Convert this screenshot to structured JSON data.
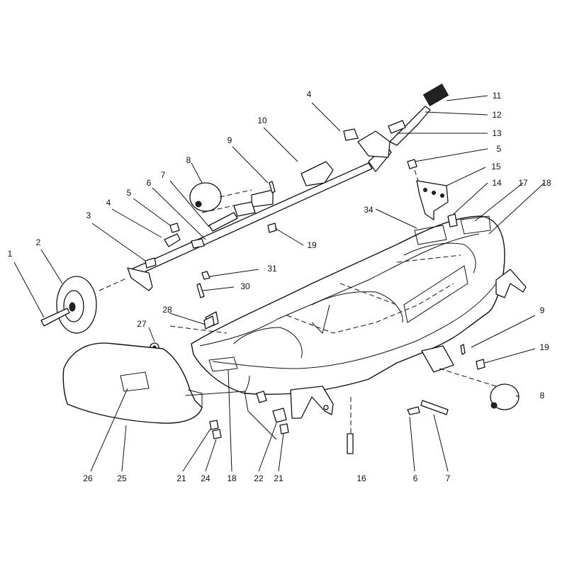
{
  "diagram": {
    "type": "exploded-parts-view",
    "callouts": [
      {
        "id": "c1",
        "label": "1"
      },
      {
        "id": "c2",
        "label": "2"
      },
      {
        "id": "c3",
        "label": "3"
      },
      {
        "id": "c4a",
        "label": "4"
      },
      {
        "id": "c4b",
        "label": "4"
      },
      {
        "id": "c5a",
        "label": "5"
      },
      {
        "id": "c5b",
        "label": "5"
      },
      {
        "id": "c6a",
        "label": "6"
      },
      {
        "id": "c6b",
        "label": "6"
      },
      {
        "id": "c7a",
        "label": "7"
      },
      {
        "id": "c7b",
        "label": "7"
      },
      {
        "id": "c8a",
        "label": "8"
      },
      {
        "id": "c8b",
        "label": "8"
      },
      {
        "id": "c9a",
        "label": "9"
      },
      {
        "id": "c9b",
        "label": "9"
      },
      {
        "id": "c10",
        "label": "10"
      },
      {
        "id": "c11",
        "label": "11"
      },
      {
        "id": "c12",
        "label": "12"
      },
      {
        "id": "c13",
        "label": "13"
      },
      {
        "id": "c14",
        "label": "14"
      },
      {
        "id": "c15",
        "label": "15"
      },
      {
        "id": "c16",
        "label": "16"
      },
      {
        "id": "c17",
        "label": "17"
      },
      {
        "id": "c18a",
        "label": "18"
      },
      {
        "id": "c18b",
        "label": "18"
      },
      {
        "id": "c19a",
        "label": "19"
      },
      {
        "id": "c19b",
        "label": "19"
      },
      {
        "id": "c21a",
        "label": "21"
      },
      {
        "id": "c21b",
        "label": "21"
      },
      {
        "id": "c22",
        "label": "22"
      },
      {
        "id": "c24",
        "label": "24"
      },
      {
        "id": "c25",
        "label": "25"
      },
      {
        "id": "c26",
        "label": "26"
      },
      {
        "id": "c27",
        "label": "27"
      },
      {
        "id": "c28",
        "label": "28"
      },
      {
        "id": "c30",
        "label": "30"
      },
      {
        "id": "c31",
        "label": "31"
      },
      {
        "id": "c34",
        "label": "34"
      }
    ]
  }
}
